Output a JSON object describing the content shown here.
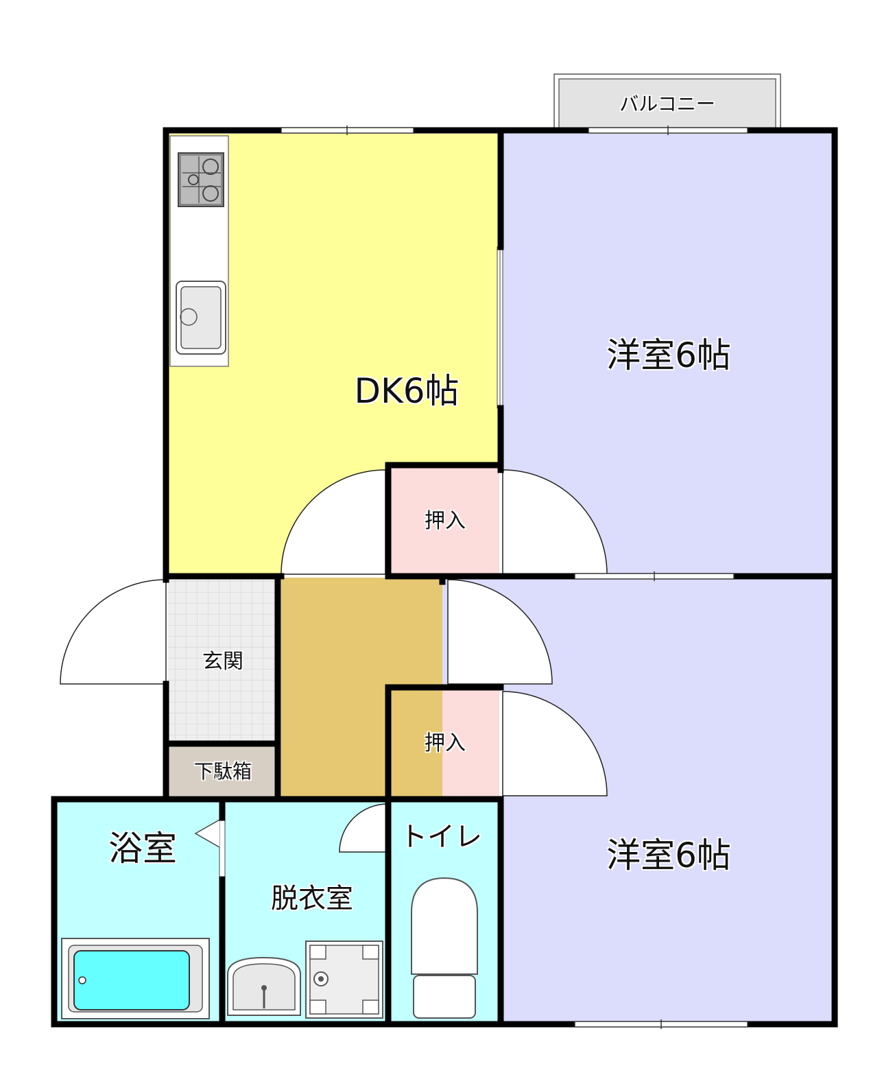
{
  "rooms": {
    "balcony": "バルコニー",
    "dk": "DK6帖",
    "western_north": "洋室6帖",
    "western_south": "洋室6帖",
    "closet_north": "押入",
    "closet_south": "押入",
    "entrance": "玄関",
    "shoe_box": "下駄箱",
    "bathroom": "浴室",
    "dressing_room": "脱衣室",
    "toilet": "トイレ"
  },
  "colors": {
    "dk": "#ffff99",
    "western": "#dcdcfc",
    "closet": "#fddcdc",
    "hall": "#e6c872",
    "wet_area": "#c2ffff",
    "entrance": "#eeeeee",
    "shoe_box": "#d8cfc4",
    "balcony": "#e3e3e3",
    "wall": "#000000"
  }
}
